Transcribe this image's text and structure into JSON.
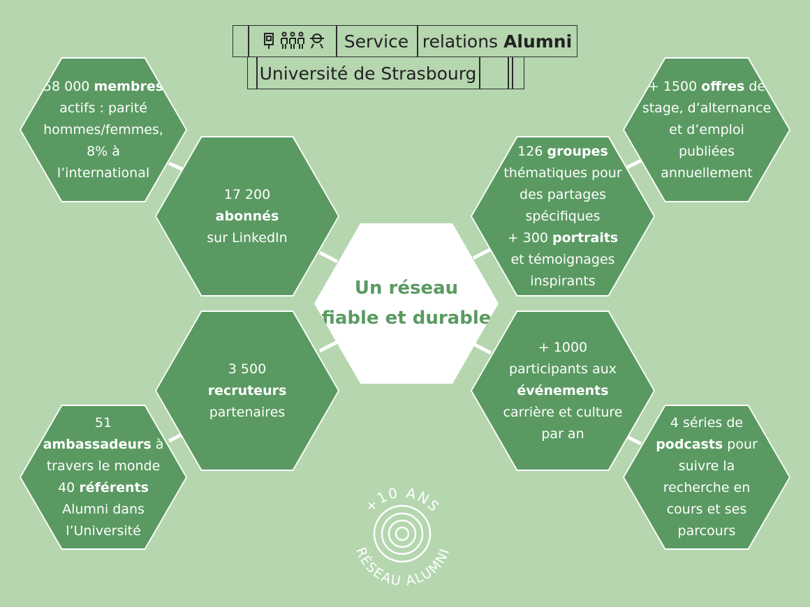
{
  "header": {
    "icons_label": "pictogram-people-icons",
    "service": "Service",
    "relations": "relations ",
    "alumni": "Alumni",
    "university": "Université de Strasbourg"
  },
  "center": {
    "line1": "Un réseau",
    "line2": "fiable et durable"
  },
  "nodes": {
    "membres": {
      "a": "58 000 ",
      "b": "membres",
      "c": " actifs : parité hommes/femmes, 8% à l’international"
    },
    "abonnes": {
      "a": "17 200 ",
      "b": "abonnés",
      "c": " sur LinkedIn"
    },
    "recruteurs": {
      "a": "3 500 ",
      "b": "recruteurs",
      "c": " partenaires"
    },
    "ambassadeurs": {
      "a": "51 ",
      "b": "ambassadeurs",
      "c": " à travers le monde",
      "d": "40 ",
      "e": "référents",
      "f": " Alumni dans l’Université"
    },
    "offres": {
      "a": "+ 1500 ",
      "b": "offres",
      "c": " de stage, d’alternance et d’emploi publiées annuellement"
    },
    "groupes": {
      "a": "126 ",
      "b": "groupes",
      "c": " thématiques pour des partages spécifiques",
      "d": "+ 300 ",
      "e": "portraits",
      "f": " et témoignages inspirants"
    },
    "evenements": {
      "a": "+ 1000 participants aux ",
      "b": "événements",
      "c": " carrière et culture par an"
    },
    "podcasts": {
      "a": "4 séries de ",
      "b": "podcasts",
      "c": " pour suivre la recherche en cours et ses parcours"
    }
  },
  "badge": {
    "top": "+10 ANS",
    "bottom": "RÉSEAU ALUMNI"
  },
  "colors": {
    "background": "#b5d6af",
    "hex_fill": "#5a9a62",
    "hex_border": "#ffffff",
    "center_text": "#5a9a62"
  }
}
